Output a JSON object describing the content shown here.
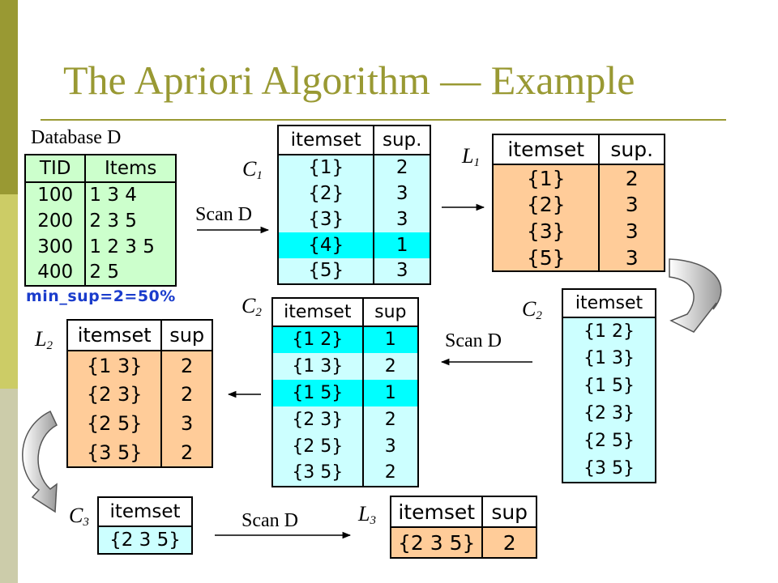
{
  "slide": {
    "title": "The Apriori Algorithm — Example",
    "database_label": "Database D",
    "min_sup": "min_sup=2=50%",
    "scan_label": "Scan D",
    "colors": {
      "title": "#999933",
      "sidebar": [
        "#999933",
        "#cccc66",
        "#ccccaa"
      ],
      "db_table": "#ccffcc",
      "candidate_table": "#ccffff",
      "pruned_row": "#00ffff",
      "large_table": "#ffcc99",
      "min_sup_text": "#1a3ccc"
    }
  },
  "labels": {
    "c1": {
      "letter": "C",
      "sub": "1"
    },
    "l1": {
      "letter": "L",
      "sub": "1"
    },
    "c2_left": {
      "letter": "C",
      "sub": "2"
    },
    "c2_right": {
      "letter": "C",
      "sub": "2"
    },
    "l2": {
      "letter": "L",
      "sub": "2"
    },
    "c3": {
      "letter": "C",
      "sub": "3"
    },
    "l3": {
      "letter": "L",
      "sub": "3"
    }
  },
  "tables": {
    "database": {
      "headers": [
        "TID",
        "Items"
      ],
      "rows": [
        [
          "100",
          "1 3 4"
        ],
        [
          "200",
          "2 3 5"
        ],
        [
          "300",
          "1 2 3 5"
        ],
        [
          "400",
          "2 5"
        ]
      ]
    },
    "c1": {
      "headers": [
        "itemset",
        "sup."
      ],
      "rows": [
        [
          "{1}",
          "2"
        ],
        [
          "{2}",
          "3"
        ],
        [
          "{3}",
          "3"
        ],
        [
          "{4}",
          "1"
        ],
        [
          "{5}",
          "3"
        ]
      ]
    },
    "l1": {
      "headers": [
        "itemset",
        "sup."
      ],
      "rows": [
        [
          "{1}",
          "2"
        ],
        [
          "{2}",
          "3"
        ],
        [
          "{3}",
          "3"
        ],
        [
          "{5}",
          "3"
        ]
      ]
    },
    "c2_counted": {
      "headers": [
        "itemset",
        "sup"
      ],
      "rows": [
        [
          "{1 2}",
          "1"
        ],
        [
          "{1 3}",
          "2"
        ],
        [
          "{1 5}",
          "1"
        ],
        [
          "{2 3}",
          "2"
        ],
        [
          "{2 5}",
          "3"
        ],
        [
          "{3 5}",
          "2"
        ]
      ]
    },
    "c2_generated": {
      "headers": [
        "itemset"
      ],
      "rows": [
        [
          "{1 2}"
        ],
        [
          "{1 3}"
        ],
        [
          "{1 5}"
        ],
        [
          "{2 3}"
        ],
        [
          "{2 5}"
        ],
        [
          "{3 5}"
        ]
      ]
    },
    "l2": {
      "headers": [
        "itemset",
        "sup"
      ],
      "rows": [
        [
          "{1 3}",
          "2"
        ],
        [
          "{2 3}",
          "2"
        ],
        [
          "{2 5}",
          "3"
        ],
        [
          "{3 5}",
          "2"
        ]
      ]
    },
    "c3": {
      "headers": [
        "itemset"
      ],
      "rows": [
        [
          "{2 3 5}"
        ]
      ]
    },
    "l3": {
      "headers": [
        "itemset",
        "sup"
      ],
      "rows": [
        [
          "{2 3 5}",
          "2"
        ]
      ]
    }
  }
}
